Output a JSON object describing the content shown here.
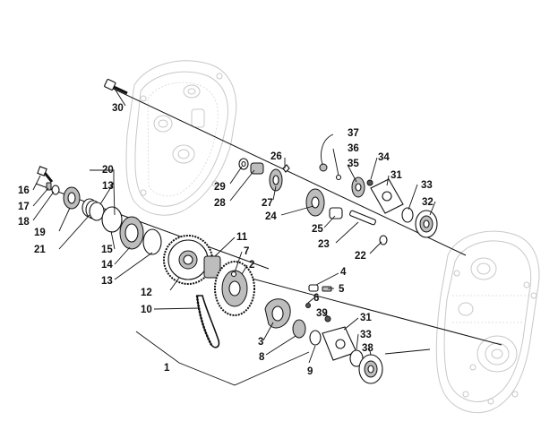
{
  "diagram": {
    "callouts": [
      {
        "id": "c30",
        "text": "30"
      },
      {
        "id": "c26",
        "text": "26"
      },
      {
        "id": "c37",
        "text": "37"
      },
      {
        "id": "c36",
        "text": "36"
      },
      {
        "id": "c35",
        "text": "35"
      },
      {
        "id": "c34",
        "text": "34"
      },
      {
        "id": "c31a",
        "text": "31"
      },
      {
        "id": "c29",
        "text": "29"
      },
      {
        "id": "c28",
        "text": "28"
      },
      {
        "id": "c27",
        "text": "27"
      },
      {
        "id": "c24",
        "text": "24"
      },
      {
        "id": "c25",
        "text": "25"
      },
      {
        "id": "c23",
        "text": "23"
      },
      {
        "id": "c33a",
        "text": "33"
      },
      {
        "id": "c32",
        "text": "32"
      },
      {
        "id": "c22",
        "text": "22"
      },
      {
        "id": "c20",
        "text": "20"
      },
      {
        "id": "c16",
        "text": "16"
      },
      {
        "id": "c17",
        "text": "17"
      },
      {
        "id": "c18",
        "text": "18"
      },
      {
        "id": "c13a",
        "text": "13"
      },
      {
        "id": "c19",
        "text": "19"
      },
      {
        "id": "c21",
        "text": "21"
      },
      {
        "id": "c15",
        "text": "15"
      },
      {
        "id": "c14",
        "text": "14"
      },
      {
        "id": "c13b",
        "text": "13"
      },
      {
        "id": "c11",
        "text": "11"
      },
      {
        "id": "c7",
        "text": "7"
      },
      {
        "id": "c2",
        "text": "2"
      },
      {
        "id": "c4",
        "text": "4"
      },
      {
        "id": "c5",
        "text": "5"
      },
      {
        "id": "c12",
        "text": "12"
      },
      {
        "id": "c10",
        "text": "10"
      },
      {
        "id": "c6",
        "text": "6"
      },
      {
        "id": "c39",
        "text": "39"
      },
      {
        "id": "c31b",
        "text": "31"
      },
      {
        "id": "c3",
        "text": "3"
      },
      {
        "id": "c33b",
        "text": "33"
      },
      {
        "id": "c8",
        "text": "8"
      },
      {
        "id": "c38",
        "text": "38"
      },
      {
        "id": "c9",
        "text": "9"
      },
      {
        "id": "c1",
        "text": "1"
      }
    ]
  }
}
